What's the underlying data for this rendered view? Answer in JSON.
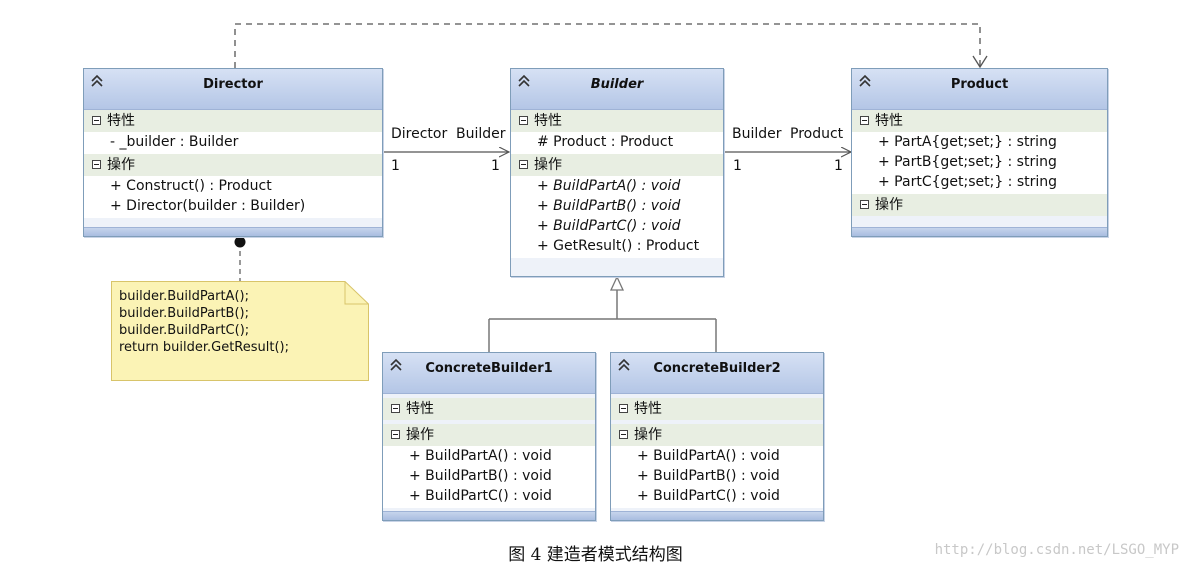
{
  "section_labels": {
    "attributes": "特性",
    "operations": "操作"
  },
  "classes": {
    "director": {
      "name": "Director",
      "attributes": [
        "- _builder : Builder"
      ],
      "operations": [
        "+ Construct() : Product",
        "+ Director(builder : Builder)"
      ]
    },
    "builder": {
      "name": "Builder",
      "attributes": [
        "# Product : Product"
      ],
      "operations": [
        "+ BuildPartA() : void",
        "+ BuildPartB() : void",
        "+ BuildPartC() : void",
        "+ GetResult() : Product"
      ]
    },
    "product": {
      "name": "Product",
      "attributes": [
        "+ PartA{get;set;} : string",
        "+ PartB{get;set;} : string",
        "+ PartC{get;set;} : string"
      ],
      "operations": []
    },
    "concrete_builder_1": {
      "name": "ConcreteBuilder1",
      "attributes": [],
      "operations": [
        "+ BuildPartA() : void",
        "+ BuildPartB() : void",
        "+ BuildPartC() : void"
      ]
    },
    "concrete_builder_2": {
      "name": "ConcreteBuilder2",
      "attributes": [],
      "operations": [
        "+ BuildPartA() : void",
        "+ BuildPartB() : void",
        "+ BuildPartC() : void"
      ]
    }
  },
  "associations": {
    "director_builder": {
      "source_role": "Director",
      "target_role": "Builder",
      "source_mult": "1",
      "target_mult": "1"
    },
    "builder_product": {
      "source_role": "Builder",
      "target_role": "Product",
      "source_mult": "1",
      "target_mult": "1"
    }
  },
  "note": {
    "text": "builder.BuildPartA();\nbuilder.BuildPartB();\nbuilder.BuildPartC();\nreturn builder.GetResult();",
    "fill_color": "#fbf3b5",
    "border_color": "#d8c46a"
  },
  "caption": "图 4  建造者模式结构图",
  "watermark": "http://blog.csdn.net/LSGO_MYP"
}
